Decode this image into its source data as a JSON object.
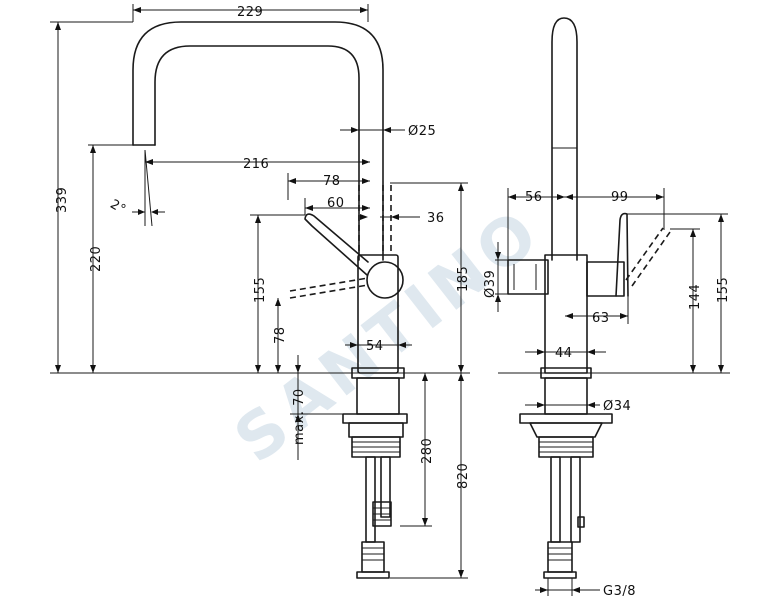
{
  "watermark": "SANTINO",
  "dimensions": {
    "d229": "229",
    "d339": "339",
    "d25": "Ø25",
    "d216": "216",
    "d220": "220",
    "d2deg": "2°",
    "d78": "78",
    "d60": "60",
    "d36": "36",
    "d155l": "155",
    "d78v": "78",
    "d185": "185",
    "d54": "54",
    "dmax70": "max. 70",
    "d280": "280",
    "d820": "820",
    "d56": "56",
    "d99": "99",
    "d39": "Ø39",
    "d63": "63",
    "d144": "144",
    "d155r": "155",
    "d44": "44",
    "d34": "Ø34",
    "dg38": "G3/8"
  }
}
